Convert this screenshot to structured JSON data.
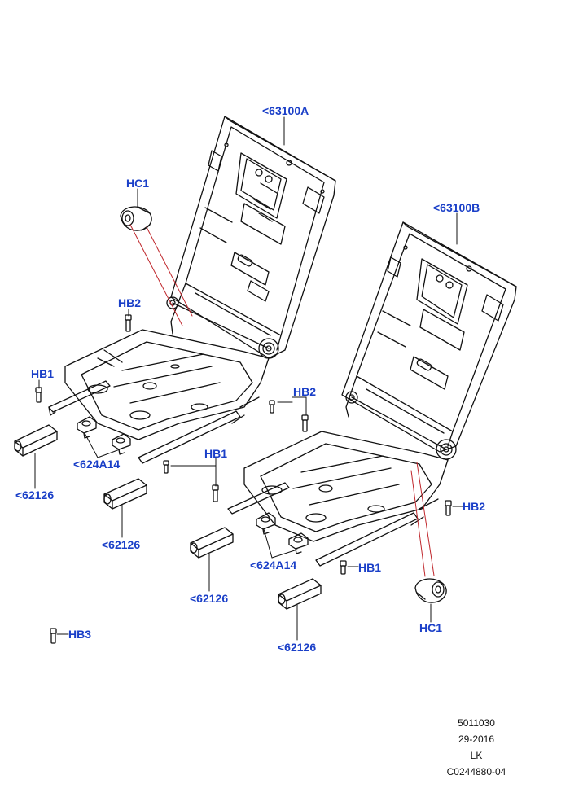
{
  "callouts": {
    "seat_back_left": "<63100A",
    "seat_back_right": "<63100B",
    "hinge_cover_top": "HC1",
    "hinge_cover_bottom": "HC1",
    "bolt_hb2_left": "HB2",
    "bolt_hb2_mid": "HB2",
    "bolt_hb2_right": "HB2",
    "bolt_hb1_left": "HB1",
    "bolt_hb1_mid": "HB1",
    "bolt_hb1_right": "HB1",
    "bolt_hb3": "HB3",
    "clip_left": "<624A14",
    "clip_right": "<624A14",
    "trim_1": "<62126",
    "trim_2": "<62126",
    "trim_3": "<62126",
    "trim_4": "<62126"
  },
  "footer": {
    "part_number": "5011030",
    "date": "29-2016",
    "code": "LK",
    "illustration_id": "C0244880-04"
  },
  "colors": {
    "callout": "#1a3fc8",
    "line_art": "#111111",
    "leader_red": "#c0282d"
  }
}
